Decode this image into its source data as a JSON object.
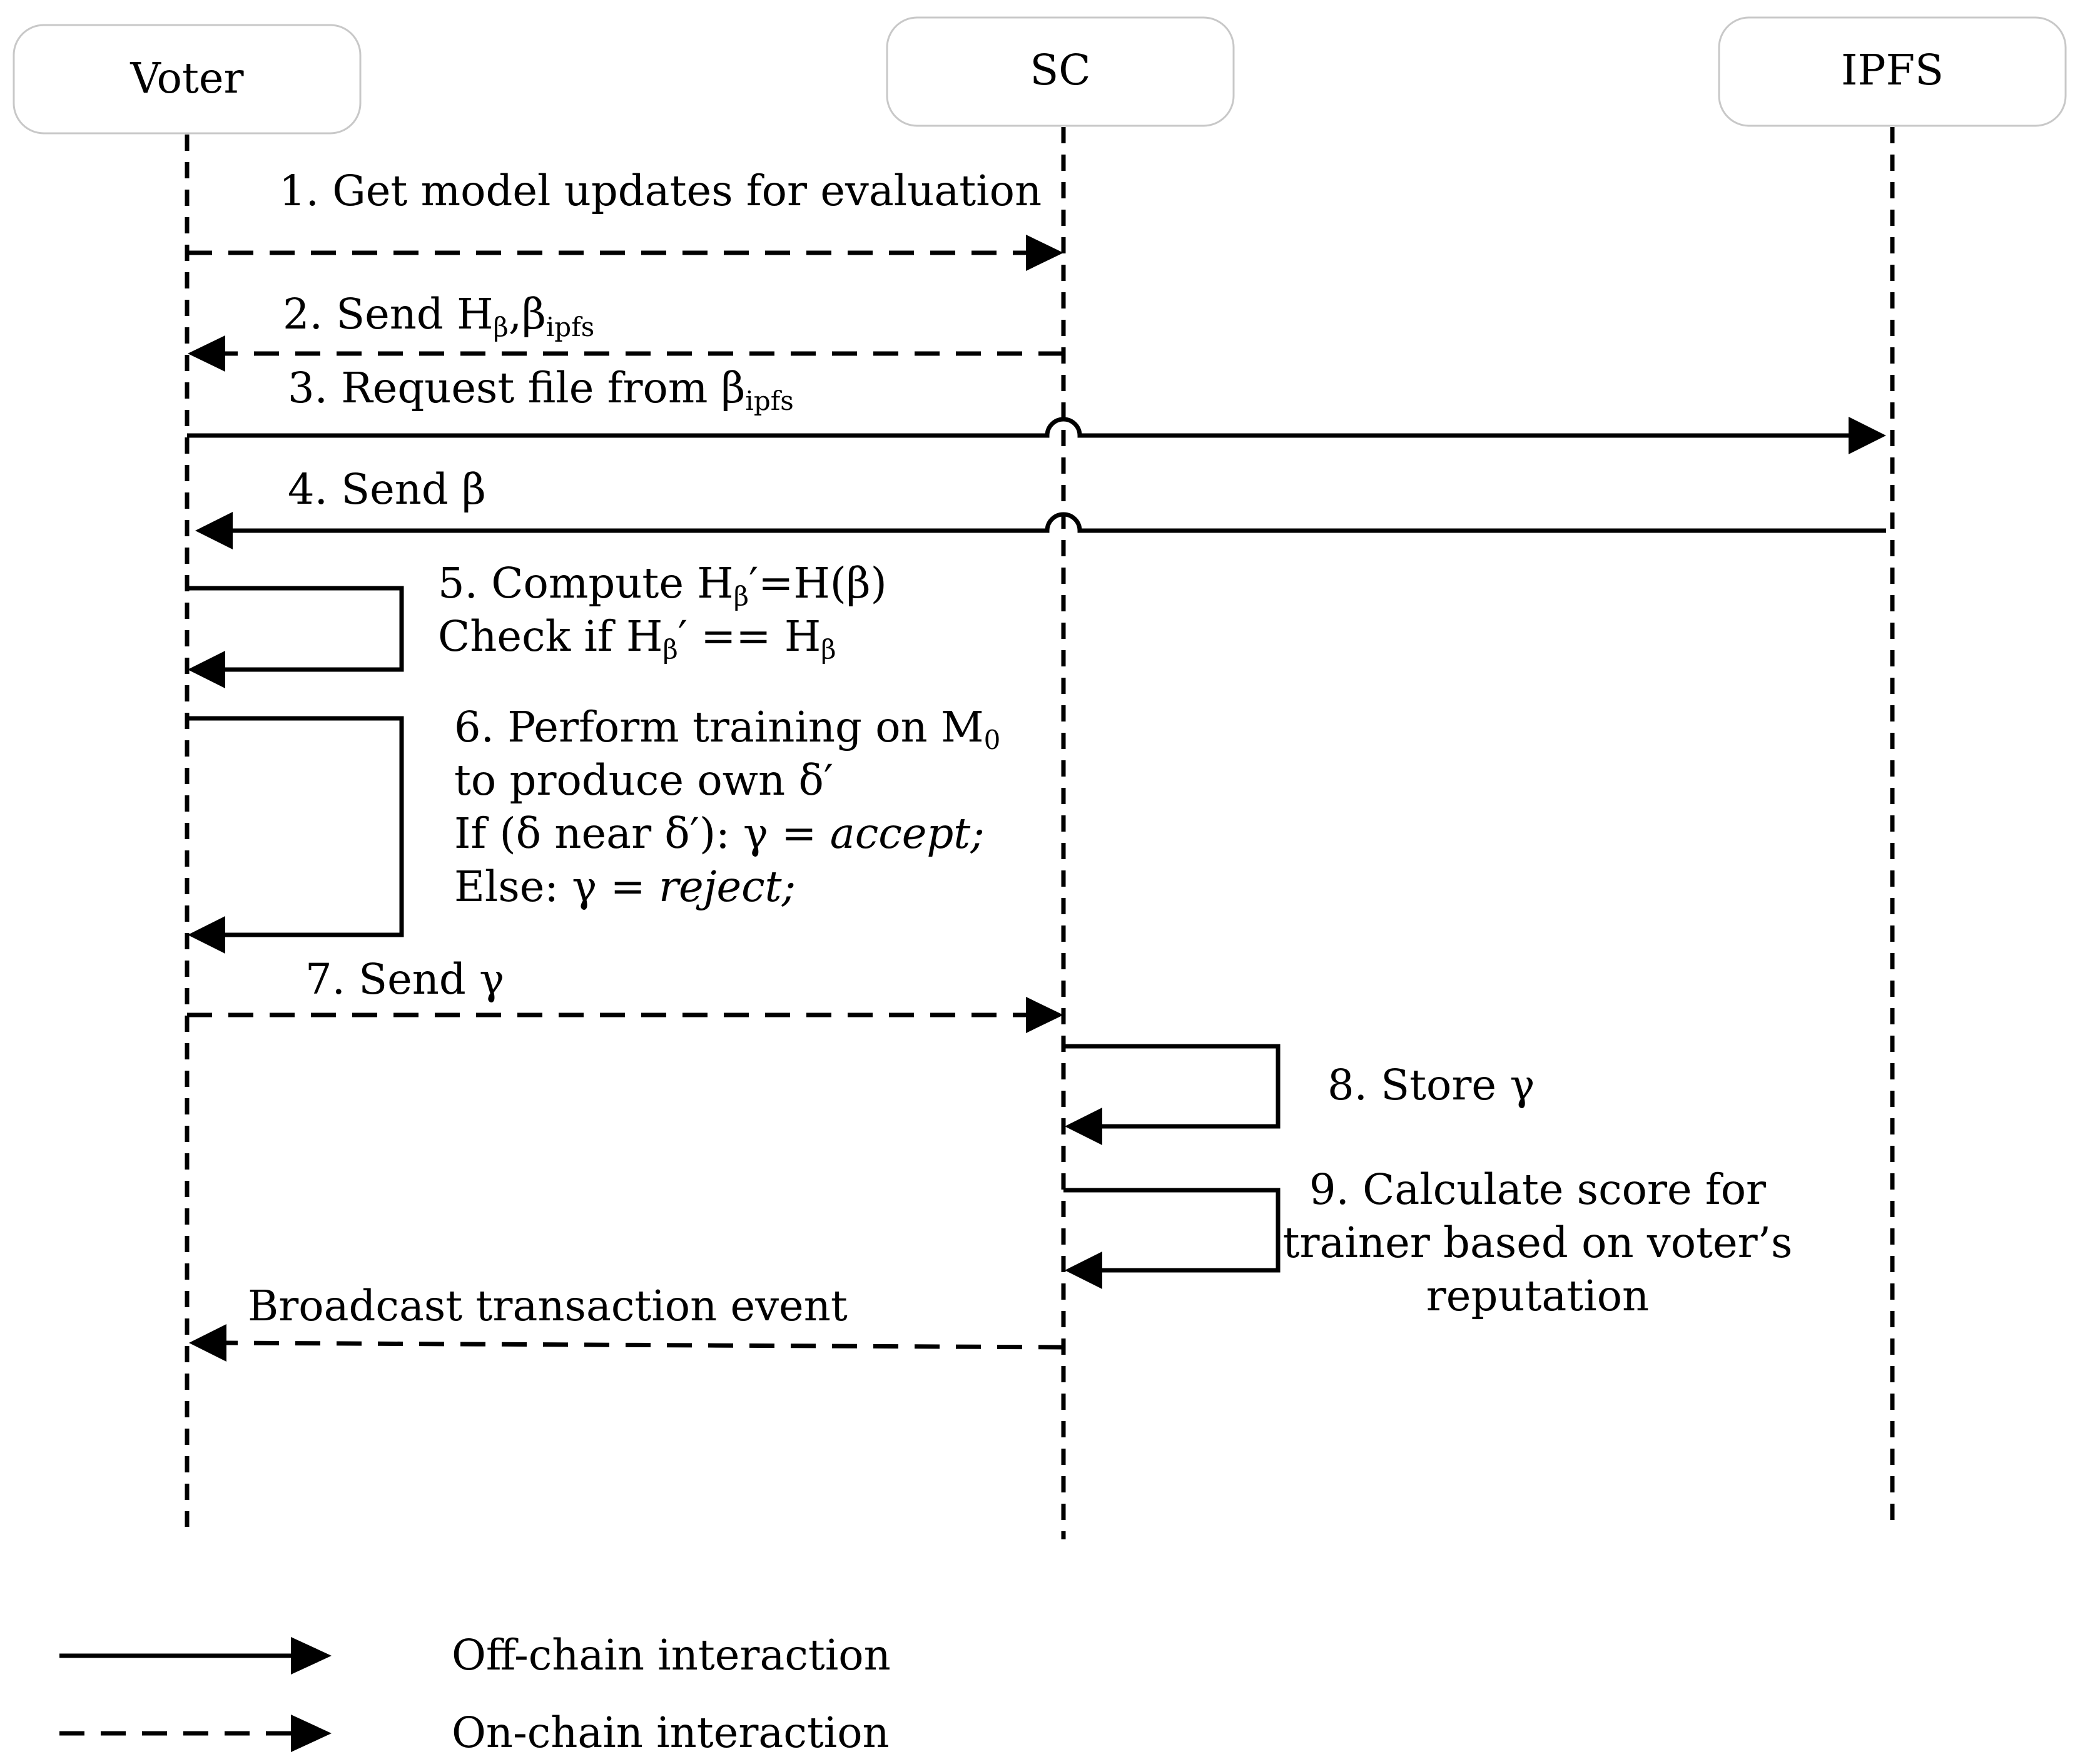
{
  "participants": [
    {
      "id": "voter",
      "label": "Voter"
    },
    {
      "id": "sc",
      "label": "SC"
    },
    {
      "id": "ipfs",
      "label": "IPFS"
    }
  ],
  "messages": {
    "m1": {
      "text": "1.  Get model updates for evaluation",
      "from": "Voter",
      "to": "SC",
      "style": "dashed"
    },
    "m2": {
      "text": "2. Send H",
      "sub1": "β",
      "mid": ",β",
      "sub2": "ipfs",
      "from": "SC",
      "to": "Voter",
      "style": "dashed"
    },
    "m3": {
      "text": "3. Request file from β",
      "sub": "ipfs",
      "from": "Voter",
      "to": "IPFS",
      "style": "solid"
    },
    "m4": {
      "text": "4. Send β",
      "from": "IPFS",
      "to": "Voter",
      "style": "solid"
    },
    "m5": {
      "line1_a": "5. Compute H",
      "line1_sub": "β",
      "line1_b": "′=H(β)",
      "line2_a": "Check if H",
      "line2_sub1": "β",
      "line2_b": "′ == H",
      "line2_sub2": "β",
      "self": "Voter",
      "style": "solid"
    },
    "m6": {
      "line1_a": "6.  Perform training on M",
      "line1_sub": "0",
      "line2": "to produce own δ′",
      "line3_a": "If (δ near δ′): γ = ",
      "line3_it": "accept;",
      "line4_a": "Else: γ = ",
      "line4_it": "reject;",
      "self": "Voter",
      "style": "solid"
    },
    "m7": {
      "text": "7.  Send γ",
      "from": "Voter",
      "to": "SC",
      "style": "dashed"
    },
    "m8": {
      "text": "8. Store γ",
      "self": "SC",
      "style": "solid"
    },
    "m9": {
      "line1": "9. Calculate score for",
      "line2": "trainer based on voter’s",
      "line3": "reputation",
      "self": "SC",
      "style": "solid"
    },
    "m10": {
      "text": "Broadcast transaction event",
      "from": "SC",
      "to": "Voter",
      "style": "dashed"
    }
  },
  "legend": {
    "solid": "Off-chain interaction",
    "dashed": "On-chain interaction"
  },
  "colors": {
    "stroke": "#000000",
    "box_border": "#c8c8c8"
  }
}
